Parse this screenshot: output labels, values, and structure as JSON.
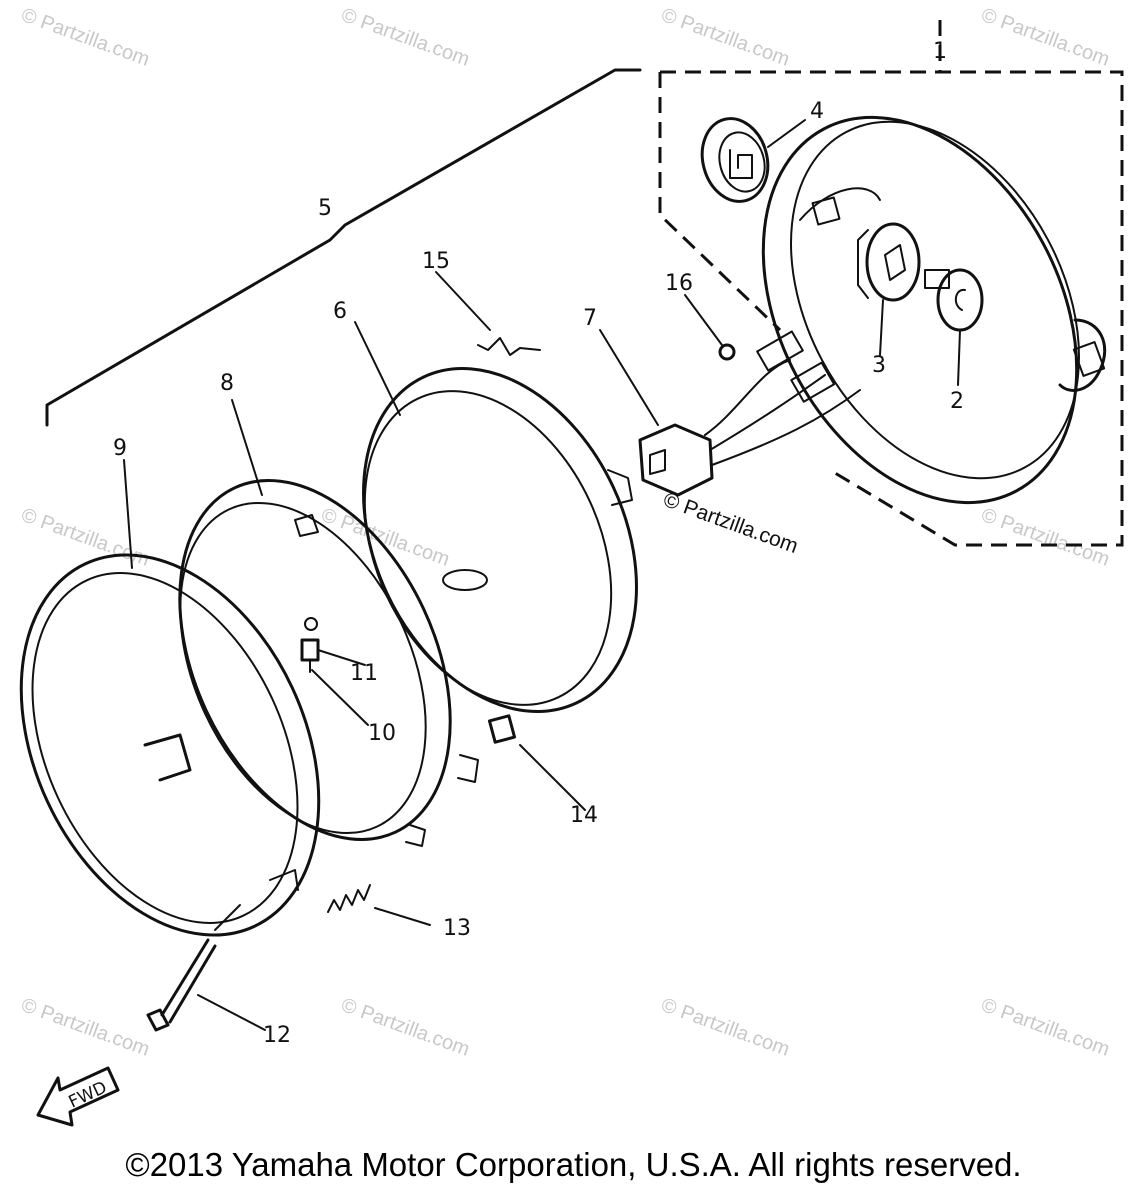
{
  "diagram": {
    "part_labels": {
      "p1": "1",
      "p2": "2",
      "p3": "3",
      "p4": "4",
      "p5": "5",
      "p6": "6",
      "p7": "7",
      "p8": "8",
      "p9": "9",
      "p10": "10",
      "p11": "11",
      "p12": "12",
      "p13": "13",
      "p14": "14",
      "p15": "15",
      "p16": "16"
    },
    "fwd_arrow_text": "FWD",
    "watermark_text": "© Partzilla.com",
    "center_watermark_text": "© Partzilla.com"
  },
  "footer": {
    "copyright": "©2013 Yamaha Motor Corporation, U.S.A. All rights reserved."
  }
}
